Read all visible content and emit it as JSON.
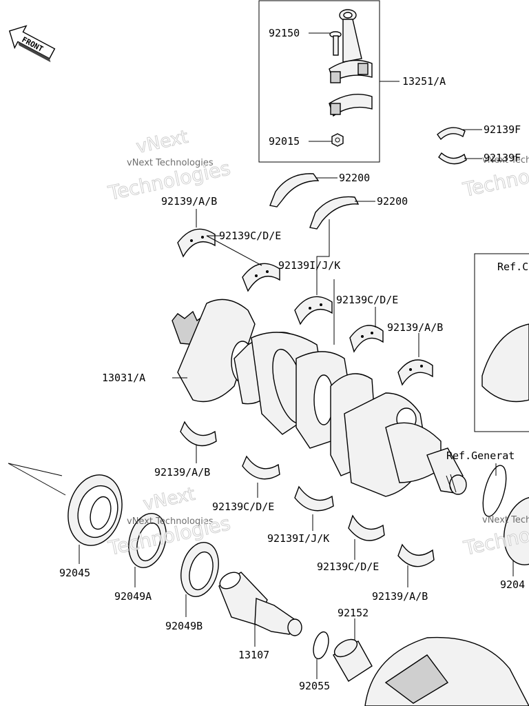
{
  "front_label": "FRONT",
  "watermark": {
    "brand": "vNext",
    "line1": "vNext Technologies",
    "line2": "Technologies"
  },
  "refs": {
    "ref_c": "Ref.C",
    "ref_generator": "Ref.Generat"
  },
  "labels": {
    "p92150": "92150",
    "p13251": "13251/A",
    "p92015": "92015",
    "p92139F_a": "92139F",
    "p92139F_b": "92139F",
    "p92200_a": "92200",
    "p92200_b": "92200",
    "p92139AB_1": "92139/A/B",
    "p92139CDE_1": "92139C/D/E",
    "p92139IJK_1": "92139I/J/K",
    "p92139CDE_2": "92139C/D/E",
    "p92139AB_2": "92139/A/B",
    "p13031": "13031/A",
    "p92139AB_3": "92139/A/B",
    "p92139CDE_3": "92139C/D/E",
    "p92139IJK_2": "92139I/J/K",
    "p92139CDE_4": "92139C/D/E",
    "p92139AB_4": "92139/A/B",
    "p92045": "92045",
    "p92049A": "92049A",
    "p92049B": "92049B",
    "p13107": "13107",
    "p92152": "92152",
    "p92055": "92055",
    "p9204x": "9204"
  }
}
